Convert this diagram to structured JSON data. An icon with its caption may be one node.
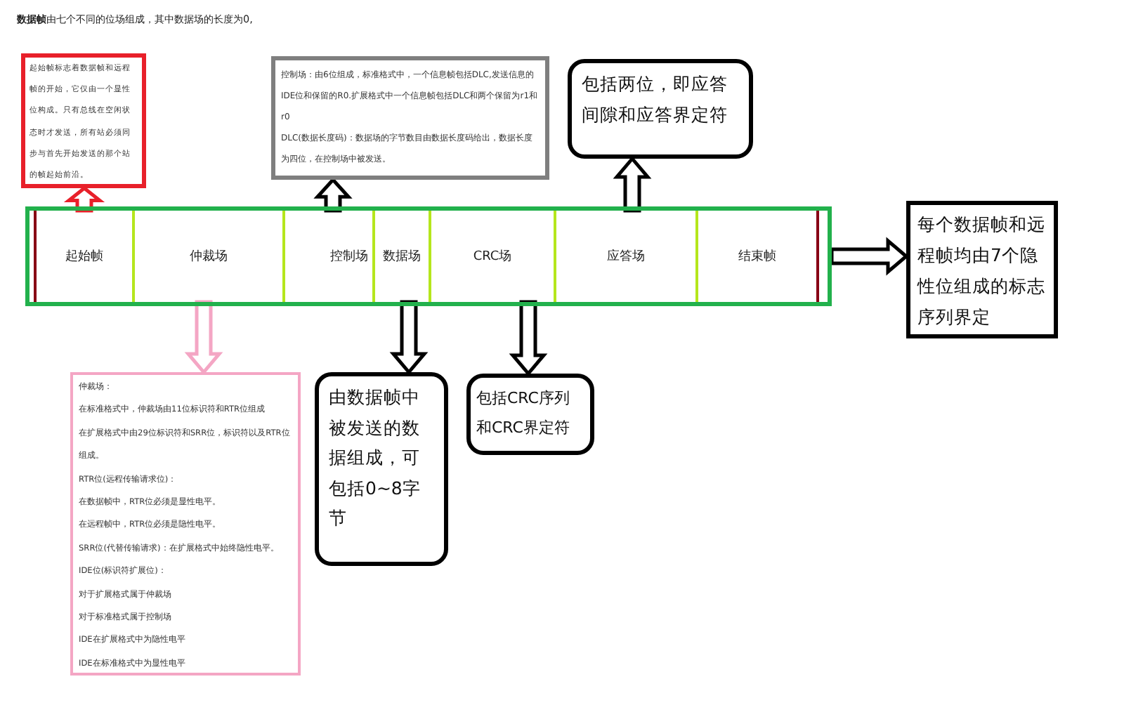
{
  "diagram": {
    "title": "**数据帧**由七个不同的位场组成，其中数据场的长度为0,",
    "nodes": [
      {
        "text": [],
        "shape": "box"
      },
      {
        "text": [
          "起始帧"
        ],
        "in": 0
      },
      {
        "text": [
          "仲裁场"
        ],
        "in": 0
      },
      {
        "text": [
          "控制场"
        ],
        "in": 0
      },
      {
        "text": [
          "数据场"
        ],
        "in": 0
      },
      {
        "text": [
          "CRC场"
        ],
        "in": 0
      },
      {
        "text": [
          "应答场"
        ],
        "in": 0
      },
      {
        "text": [
          "结束帧"
        ],
        "in": 0
      },
      {
        "text": [
          "起始帧标志着数据帧和远程帧的开始，它仅由一个显性位构成。只有总线在空闲状态时才发送，所有站必须同步与首先开始发送的那个站的帧起始前沿。"
        ]
      },
      {
        "text": [
          "控制场：由6位组成，标准格式中，一个信息帧包括DLC,发送信息的IDE位和保留的R0.扩展格式中一个信息帧包括DLC和两个保留为r1和r0",
          "DLC(数据长度码)：数据场的字节数目由数据长度码给出，数据长度为四位，在控制场中被发送。"
        ]
      },
      {
        "text": [
          "包括两位，即应答间隙和应答界定符"
        ]
      },
      {
        "text": [
          "仲裁场：",
          "在标准格式中，仲裁场由11位标识符和RTR位组成",
          "在扩展格式中由29位标识符和SRR位，标识符以及RTR位组成。",
          "RTR位(远程传输请求位)：",
          "在数据帧中，RTR位必须是显性电平。",
          "在远程帧中，RTR位必须是隐性电平。",
          "SRR位(代替传输请求)：在扩展格式中始终隐性电平。",
          "IDE位(标识符扩展位)：",
          "对于扩展格式属于仲裁场",
          "对于标准格式属于控制场",
          "IDE在扩展格式中为隐性电平",
          "IDE在标准格式中为显性电平"
        ]
      },
      {
        "text": [
          "由数据帧中被发送的数据组成，可包括0~8字节"
        ]
      },
      {
        "text": [
          "包括CRC序列和CRC界定符"
        ]
      },
      {
        "text": [
          "每个数据帧和远程帧均由7个隐性位组成的标志序列界定"
        ]
      }
    ],
    "edges": [
      {
        "from": 1,
        "to": 8,
        "arrow": "to",
        "color": "#e8202a"
      },
      {
        "from": 3,
        "to": 9,
        "arrow": "to"
      },
      {
        "from": 6,
        "to": 10,
        "arrow": "to"
      },
      {
        "from": 2,
        "to": 11,
        "arrow": "to",
        "color": "#f4a6c4"
      },
      {
        "from": 4,
        "to": 12,
        "arrow": "to"
      },
      {
        "from": 5,
        "to": 13,
        "arrow": "to"
      },
      {
        "from": 0,
        "to": 14,
        "arrow": "to"
      }
    ]
  }
}
